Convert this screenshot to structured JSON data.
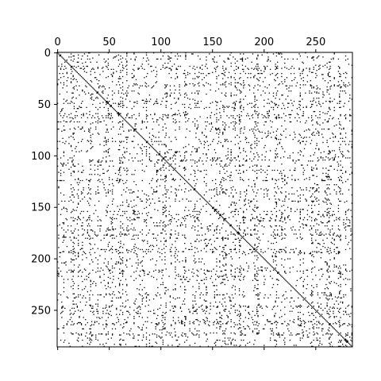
{
  "chart_data": {
    "type": "heatmap",
    "subtype": "sparsity-pattern (spy plot)",
    "title": "",
    "xlabel": "",
    "ylabel": "",
    "matrix_size": [
      286,
      286
    ],
    "xlim": [
      0,
      286
    ],
    "ylim": [
      286,
      0
    ],
    "x_ticks": [
      0,
      50,
      100,
      150,
      200,
      250
    ],
    "y_ticks": [
      0,
      50,
      100,
      150,
      200,
      250
    ],
    "x_tick_labels": [
      "0",
      "50",
      "100",
      "150",
      "200",
      "250"
    ],
    "y_tick_labels": [
      "0",
      "50",
      "100",
      "150",
      "200",
      "250"
    ],
    "x_axis_position": "top",
    "grid": false,
    "diagonal_filled": true,
    "approx_density": 0.12,
    "symmetric": true,
    "colors": {
      "marker": "#000000",
      "background": "#ffffff",
      "frame": "#000000"
    }
  }
}
